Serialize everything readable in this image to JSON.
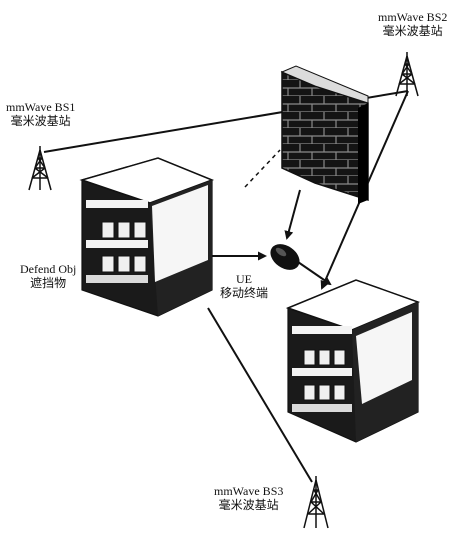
{
  "labels": {
    "bs1": {
      "name": "mmWave BS1",
      "cn": "毫米波基站"
    },
    "bs2": {
      "name": "mmWave BS2",
      "cn": "毫米波基站"
    },
    "bs3": {
      "name": "mmWave BS3",
      "cn": "毫米波基站"
    },
    "ue": {
      "name": "UE",
      "cn": "移动终端"
    },
    "obstacle": {
      "name": "Defend Obj",
      "cn": "遮挡物"
    }
  },
  "colors": {
    "line": "#111111",
    "building_face": "#1a1a1a",
    "window": "#f2f2f2",
    "roof": "#ffffff"
  }
}
